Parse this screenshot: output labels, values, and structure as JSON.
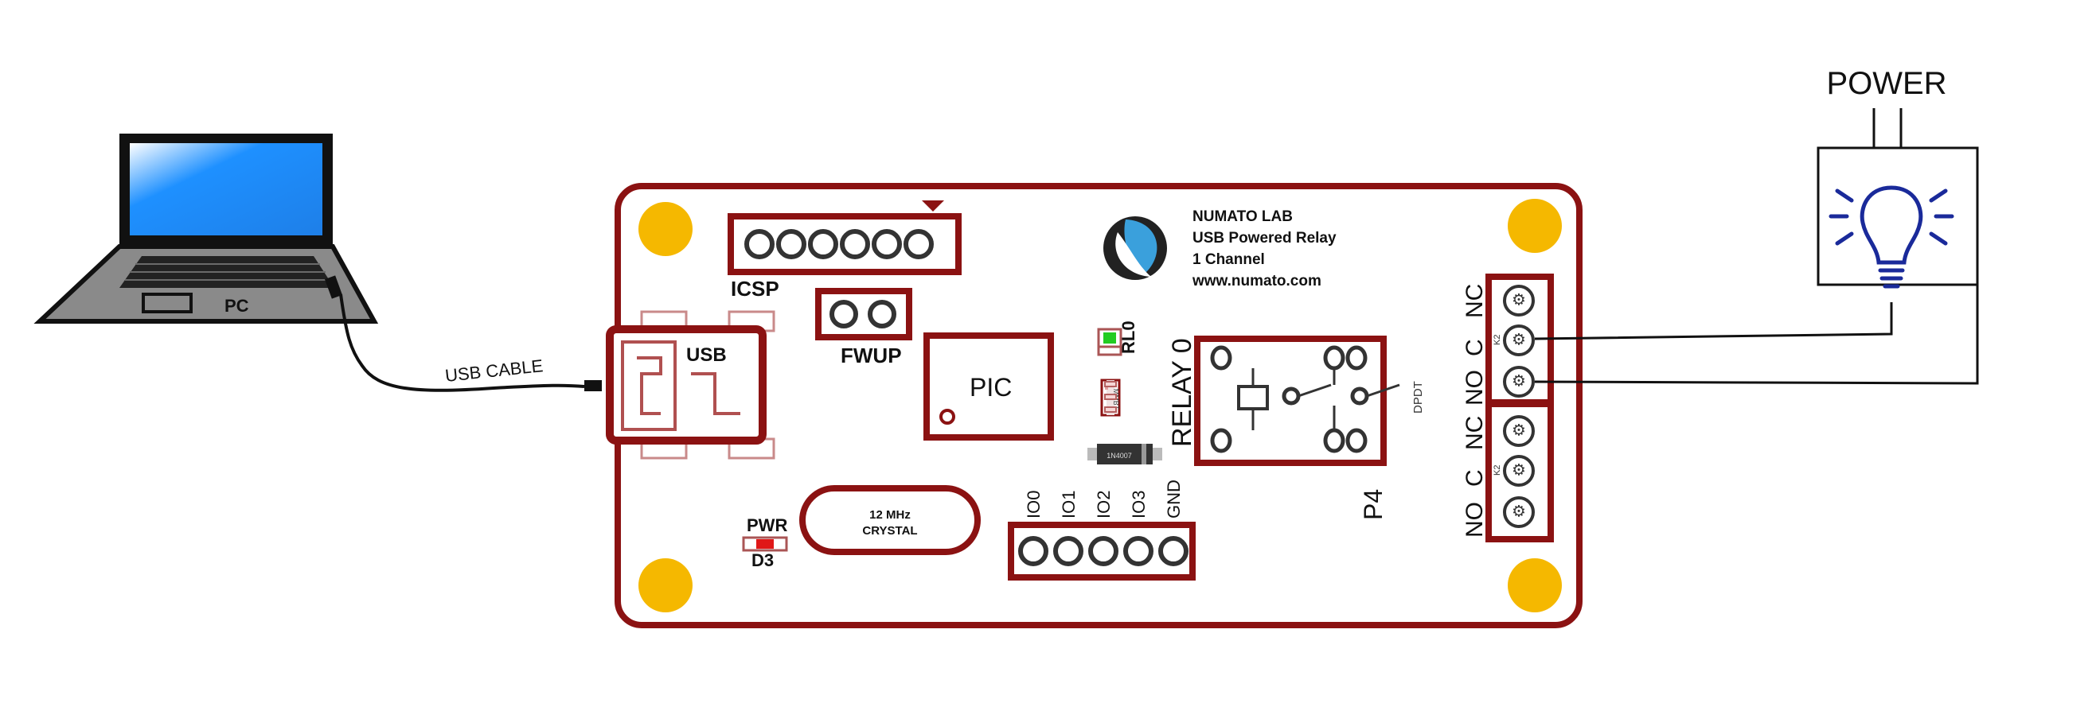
{
  "pc": {
    "label": "PC"
  },
  "cable": {
    "label": "USB CABLE"
  },
  "power": {
    "label": "POWER"
  },
  "board": {
    "brand_lines": [
      "NUMATO LAB",
      "USB Powered Relay",
      "1 Channel",
      "www.numato.com"
    ],
    "icsp_label": "ICSP",
    "fwup_label": "FWUP",
    "usb_label": "USB",
    "pic_label": "PIC",
    "rl0_label": "RL0",
    "relay_label": "RELAY 0",
    "p4_label": "P4",
    "pwr_label": "PWR",
    "d3_label": "D3",
    "crystal_lines": [
      "12 MHz",
      "CRYSTAL"
    ],
    "io_pins": [
      "IO0",
      "IO1",
      "IO2",
      "IO3",
      "GND"
    ],
    "dpdt_label": "DPDT",
    "diode_label": "1N4007",
    "mmbt_label": "MMBT",
    "terminal_top": [
      "NO",
      "C",
      "NC"
    ],
    "terminal_bottom": [
      "NO",
      "C",
      "NC"
    ],
    "k_label": "K2"
  },
  "colors": {
    "board_outline": "#8b1212",
    "mount_hole": "#f5b800",
    "screen": "#1e90ff",
    "bulb": "#1a2a9a",
    "logo_blue": "#3aa0dc",
    "led_green": "#22cc22",
    "led_red": "#e01818"
  }
}
